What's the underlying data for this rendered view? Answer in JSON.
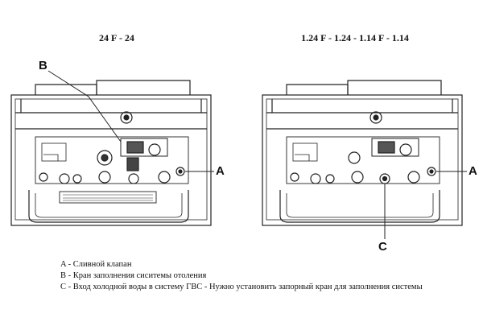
{
  "titles": {
    "left": "24 F - 24",
    "right": "1.24 F - 1.24 - 1.14 F - 1.14"
  },
  "callouts": {
    "a": "A",
    "b": "B",
    "c": "C"
  },
  "legend": {
    "a": "A - Сливной клапан",
    "b": "B - Кран заполнения сиситемы отоления",
    "c": "C - Вход холодной воды в систему ГВС - Нужно установить запорный кран для заполнения системы"
  }
}
